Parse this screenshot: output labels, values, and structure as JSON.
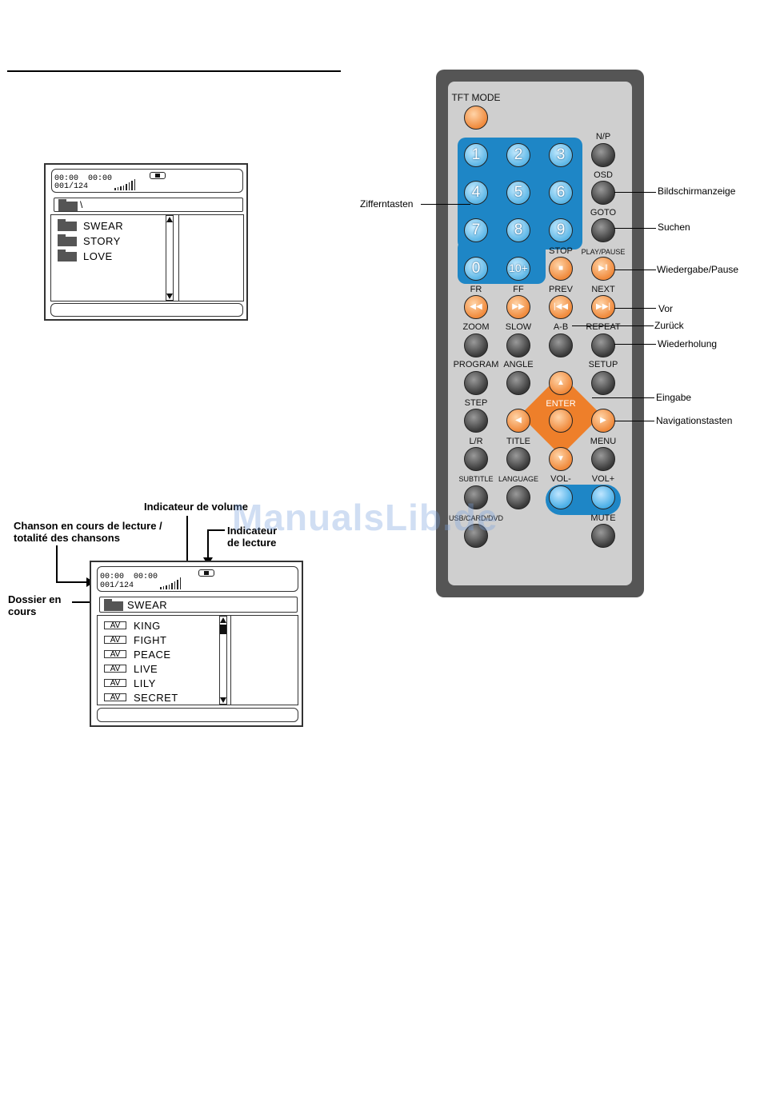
{
  "screen1": {
    "time_elapsed": "00:00",
    "time_total": "00:00",
    "track_counter": "001/124",
    "path": "\\",
    "folders": [
      "SWEAR",
      "STORY",
      "LOVE"
    ]
  },
  "screen2": {
    "time_elapsed": "00:00",
    "time_total": "00:00",
    "track_counter": "001/124",
    "folder": "SWEAR",
    "tag": "AV",
    "tracks": [
      "KING",
      "FIGHT",
      "PEACE",
      "LIVE",
      "LILY",
      "SECRET"
    ]
  },
  "annotations": {
    "volume": "Indicateur de volume",
    "playing": "Indicateur de lecture",
    "current_song": "Chanson en cours de lecture / totalité des chansons",
    "current_folder": "Dossier en cours"
  },
  "remote": {
    "tft_mode": "TFT MODE",
    "np": "N/P",
    "osd": "OSD",
    "goto": "GOTO",
    "stop": "STOP",
    "play_pause": "PLAY/PAUSE",
    "fr": "FR",
    "ff": "FF",
    "prev": "PREV",
    "next": "NEXT",
    "zoom": "ZOOM",
    "slow": "SLOW",
    "ab": "A-B",
    "repeat": "REPEAT",
    "program": "PROGRAM",
    "angle": "ANGLE",
    "setup": "SETUP",
    "step": "STEP",
    "enter": "ENTER",
    "lr": "L/R",
    "title": "TITLE",
    "menu": "MENU",
    "subtitle": "SUBTITLE",
    "language": "LANGUAGE",
    "vol_minus": "VOL-",
    "vol_plus": "VOL+",
    "usb_card_dvd": "USB/CARD/DVD",
    "mute": "MUTE",
    "numbers": [
      "1",
      "2",
      "3",
      "4",
      "5",
      "6",
      "7",
      "8",
      "9",
      "0",
      "10+"
    ]
  },
  "callouts": {
    "number_keys": "Zifferntasten",
    "osd": "Bildschirmanzeige",
    "search": "Suchen",
    "play_pause": "Wiedergabe/Pause",
    "next": "Vor",
    "prev": "Zurück",
    "repeat": "Wiederholung",
    "enter": "Eingabe",
    "navigation": "Navigationstasten"
  },
  "watermark": "ManualsLib.de"
}
